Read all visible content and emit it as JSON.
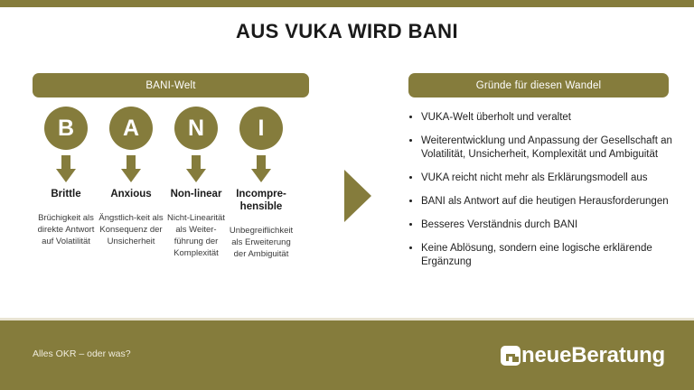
{
  "slide": {
    "title": "AUS VUKA WIRD BANI",
    "accent_color": "#857c3c",
    "background_color": "#ffffff"
  },
  "left_panel": {
    "header": "BANI-Welt",
    "columns": [
      {
        "letter": "B",
        "term": "Brittle",
        "description": "Brüchigkeit als direkte Antwort auf Volatilität"
      },
      {
        "letter": "A",
        "term": "Anxious",
        "description": "Ängstlich-keit als Konsequenz der Unsicherheit"
      },
      {
        "letter": "N",
        "term": "Non-linear",
        "description": "Nicht-Linearität als Weiter-führung der Komplexität"
      },
      {
        "letter": "I",
        "term": "Incompre-hensible",
        "description": "Unbegreiflichkeit als Erweiterung der Ambiguität"
      }
    ]
  },
  "transition_arrow": "right-arrow-icon",
  "right_panel": {
    "header": "Gründe für diesen Wandel",
    "bullets": [
      "VUKA-Welt überholt und veraltet",
      "Weiterentwicklung und Anpassung der Gesellschaft an Volatilität, Unsicherheit, Komplexität und Ambiguität",
      "VUKA reicht nicht mehr als Erklärungsmodell aus",
      "BANI als Antwort auf die heutigen Herausforderungen",
      "Besseres Verständnis durch BANI",
      "Keine Ablösung, sondern eine logische erklärende Ergänzung"
    ]
  },
  "footer": {
    "note": "Alles OKR – oder was?",
    "logo_text": "neueBeratung"
  }
}
